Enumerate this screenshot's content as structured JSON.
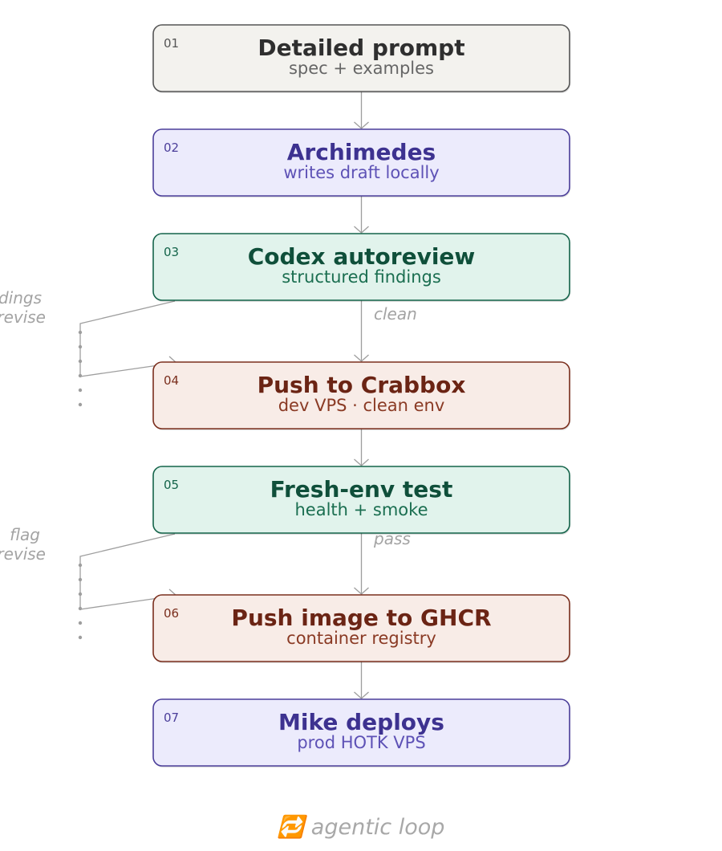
{
  "colors": {
    "gray": {
      "fill": "#f3f2ee",
      "stroke": "#555555",
      "title": "#2f2f2f",
      "sub": "#666666",
      "num": "#555555"
    },
    "purple": {
      "fill": "#ecebfc",
      "stroke": "#4b3e9a",
      "title": "#3d3290",
      "sub": "#5e52b6",
      "num": "#4b3e9a"
    },
    "green": {
      "fill": "#e1f3ec",
      "stroke": "#14644a",
      "title": "#0f4f3a",
      "sub": "#1a6e50",
      "num": "#14644a"
    },
    "brown": {
      "fill": "#f8ece7",
      "stroke": "#7a2e1d",
      "title": "#6b2414",
      "sub": "#8a3a24",
      "num": "#7a2e1d"
    },
    "connector": "#9e9e9e"
  },
  "steps": [
    {
      "num": "01",
      "title": "Detailed prompt",
      "subtitle": "spec + examples",
      "color": "gray"
    },
    {
      "num": "02",
      "title": "Archimedes",
      "subtitle": "writes draft locally",
      "color": "purple"
    },
    {
      "num": "03",
      "title": "Codex autoreview",
      "subtitle": "structured findings",
      "color": "green"
    },
    {
      "num": "04",
      "title": "Push to Crabbox",
      "subtitle": "dev VPS · clean env",
      "color": "brown"
    },
    {
      "num": "05",
      "title": "Fresh-env test",
      "subtitle": "health + smoke",
      "color": "green"
    },
    {
      "num": "06",
      "title": "Push image to GHCR",
      "subtitle": "container registry",
      "color": "brown"
    },
    {
      "num": "07",
      "title": "Mike deploys",
      "subtitle": "prod HOTK VPS",
      "color": "purple"
    }
  ],
  "edge_labels": {
    "after_03": "clean",
    "after_05": "pass"
  },
  "loops": [
    {
      "label_line1": "dings",
      "label_line2": "revise"
    },
    {
      "label_line1": "flag",
      "label_line2": "revise"
    }
  ],
  "footer": "🔁 agentic loop"
}
